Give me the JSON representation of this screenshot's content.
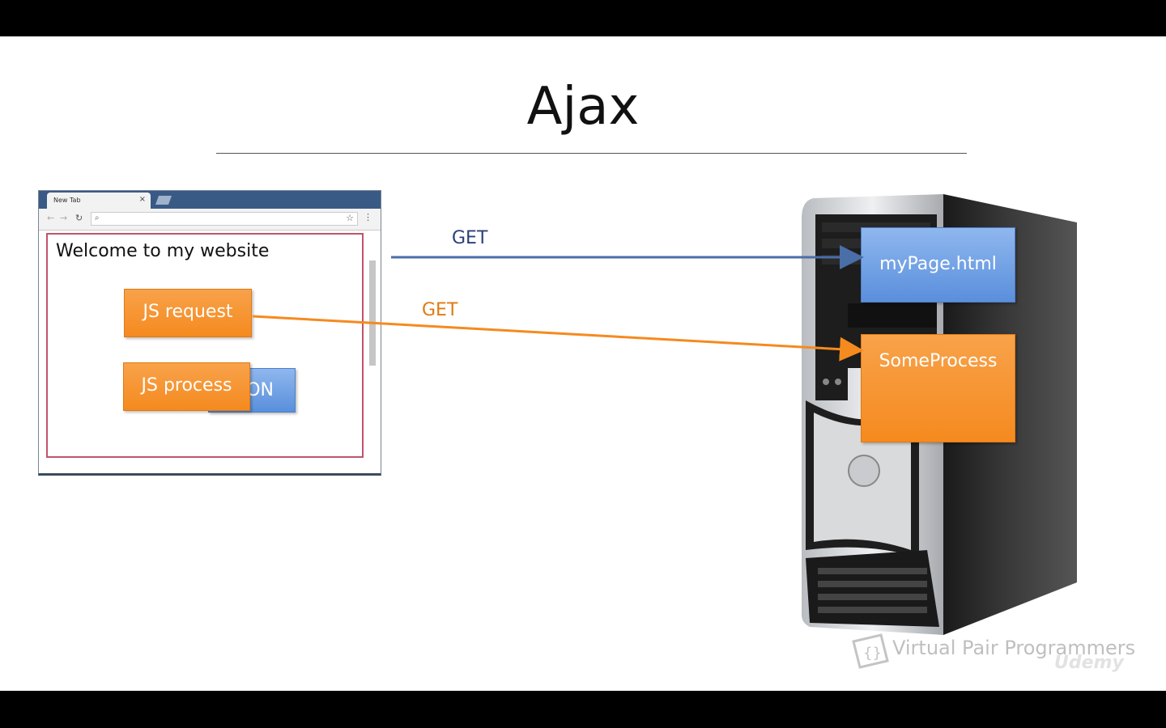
{
  "title": "Ajax",
  "browser": {
    "tab_label": "New Tab",
    "tab_close": "×",
    "welcome": "Welcome to my website"
  },
  "boxes": {
    "js_request": "JS request",
    "json_partial": "ON",
    "js_process": "JS process"
  },
  "arrows": {
    "get_top": "GET",
    "get_bottom": "GET"
  },
  "server": {
    "resource_1": "myPage.html",
    "resource_2": "SomeProcess"
  },
  "watermark": {
    "text": "Virtual Pair Programmers",
    "udemy": "Udemy"
  },
  "colors": {
    "orange": "#f58a1f",
    "blue": "#5a8fdc",
    "get_blue": "#2b3f7a",
    "get_orange": "#e07a12",
    "content_border": "#c0546a"
  },
  "icons": [
    "back-arrow-icon",
    "forward-arrow-icon",
    "reload-icon",
    "search-icon",
    "star-icon",
    "menu-dots-icon",
    "tower-server-icon",
    "vpp-logo-icon",
    "udemy-logo-icon"
  ]
}
